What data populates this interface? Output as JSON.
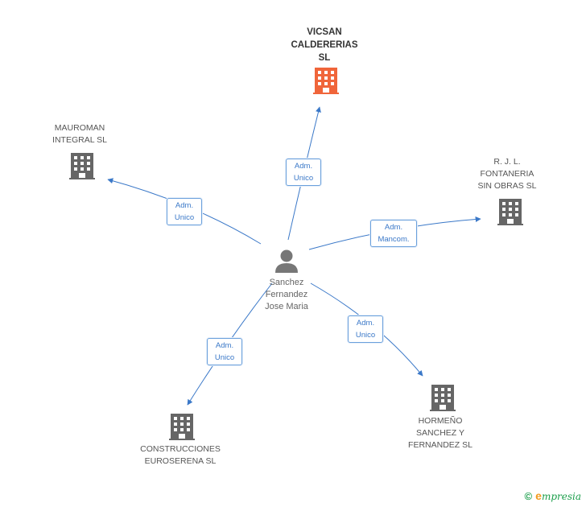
{
  "center": {
    "name": "Sanchez\nFernandez\nJose Maria",
    "icon": "person-icon"
  },
  "companies": [
    {
      "id": "vicsan",
      "name": "VICSAN\nCALDERERIAS\nSL",
      "main": true,
      "color": "#f0653a",
      "icon": "building-icon"
    },
    {
      "id": "mauroman",
      "name": "MAUROMAN\nINTEGRAL  SL",
      "main": false,
      "color": "#666666",
      "icon": "building-icon"
    },
    {
      "id": "rjl",
      "name": "R.  J. L.\nFONTANERIA\nSIN OBRAS SL",
      "main": false,
      "color": "#666666",
      "icon": "building-icon"
    },
    {
      "id": "construcciones",
      "name": "CONSTRUCCIONES\nEUROSERENA SL",
      "main": false,
      "color": "#666666",
      "icon": "building-icon"
    },
    {
      "id": "hormeno",
      "name": "HORMEÑO\nSANCHEZ Y\nFERNANDEZ SL",
      "main": false,
      "color": "#666666",
      "icon": "building-icon"
    }
  ],
  "relations": [
    {
      "to": "vicsan",
      "label": "Adm.\nUnico"
    },
    {
      "to": "mauroman",
      "label": "Adm.\nUnico"
    },
    {
      "to": "rjl",
      "label": "Adm.\nMancom."
    },
    {
      "to": "construcciones",
      "label": "Adm.\nUnico"
    },
    {
      "to": "hormeno",
      "label": "Adm.\nUnico"
    }
  ],
  "colors": {
    "edge": "#3a78c8",
    "person": "#777777"
  },
  "footer": {
    "copyright": "©",
    "brand_initial": "e",
    "brand_rest": "mpresia"
  }
}
